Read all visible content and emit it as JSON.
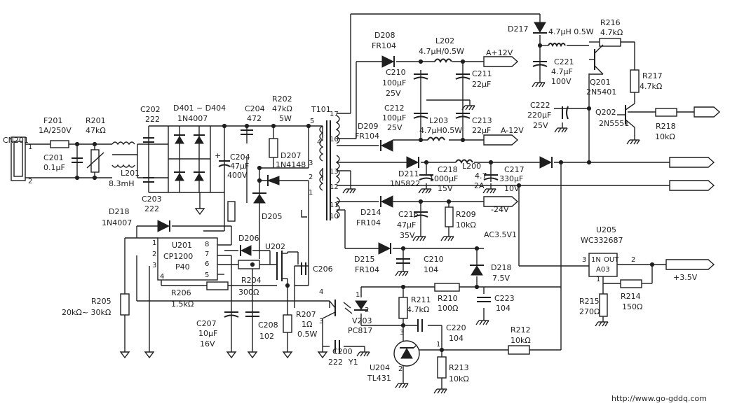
{
  "labels": {
    "cn201": "CN201",
    "cn_pin1": "1",
    "cn_pin2": "2",
    "f201": "F201",
    "f201_val": "1A/250V",
    "r201": "R201",
    "r201_val": "47kΩ",
    "c201": "C201",
    "c201_val": "0.1μF",
    "l201": "L201",
    "l201_val": "8.3mH",
    "c202": "C202",
    "c202_val": "222",
    "c203": "C203",
    "c203_val": "222",
    "d401": "D401 ~ D404",
    "d401_val": "1N4007",
    "c204a": "C204",
    "c204a_val": "472",
    "c204b": "C204",
    "c204b_val1": "47μF",
    "c204b_val2": "400V",
    "r202": "R202",
    "r202_val1": "47kΩ",
    "r202_val2": "5W",
    "d207": "D207",
    "d207_val": "1N4148",
    "d205": "D205",
    "t101": "T101",
    "t_p17": "17",
    "t_p5": "5",
    "t_p4": "4",
    "t_p16": "16",
    "t_p3": "3",
    "t_p13": "13",
    "t_p2": "2",
    "t_p12": "12",
    "t_p1": "1",
    "t_p11": "11",
    "t_p10": "10",
    "d208": "D208",
    "d208_val": "FR104",
    "l202": "L202",
    "l202_val": "4.7μH/0.5W",
    "out_a12": "A+12V",
    "c210a": "C210",
    "c210a_val1": "100μF",
    "c210a_val2": "25V",
    "c211": "C211",
    "c211_val": "22μF",
    "c212": "C212",
    "c212_val1": "100μF",
    "c212_val2": "25V",
    "l203": "L203",
    "l203_val": "4.7μH0.5W",
    "c213": "C213",
    "c213_val": "22μF",
    "d209": "D209",
    "d209_val": "FR104",
    "out_am12": "A-12V",
    "d211": "D211",
    "d211_val": "1N5822",
    "c218": "C218",
    "c218_val1": "1000μF",
    "c218_val2": "15V",
    "l200": "L200",
    "l200_val1": "4.7",
    "l200_val2": "2A",
    "c217": "C217",
    "c217_val1": "330μF",
    "c217_val2": "10V",
    "d214": "D214",
    "d214_val": "FR104",
    "c216": "C216",
    "c216_val1": "47μF",
    "c216_val2": "35V",
    "r209": "R209",
    "r209_val": "10kΩ",
    "out_m24": "-24V",
    "out_ac": "AC3.5V1",
    "d215": "D215",
    "d215_val": "FR104",
    "c210b": "C210",
    "c210b_val": "104",
    "d218b": "D218",
    "d218b_val": "7.5V",
    "d217": "D217",
    "l_small": "4.7μH 0.5W",
    "r216": "R216",
    "r216_val": "4.7kΩ",
    "c221": "C221",
    "c221_val1": "4.7μF",
    "c221_val2": "100V",
    "q201": "Q201",
    "q201_val": "2N5401",
    "r217": "R217",
    "r217_val": "4.7kΩ",
    "c222": "C222",
    "c222_val1": "220μF",
    "c222_val2": "25V",
    "q202": "Q202",
    "q202_val": "2N5551",
    "r218": "R218",
    "r218_val": "10kΩ",
    "u205": "U205",
    "u205_val": "WC332687",
    "u205_in": "1N",
    "u205_out": "OUT",
    "u205_sub": "A03",
    "u205_p3": "3",
    "u205_p2": "2",
    "u205_p1": "1",
    "out_35": "+3.5V",
    "r215": "R215",
    "r215_val": "270Ω",
    "r214": "R214",
    "r214_val": "150Ω",
    "d218a": "D218",
    "d218a_val": "1N4007",
    "u201": "U201",
    "u201_l1": "CP1200",
    "u201_l2": "P40",
    "u201_p1": "1",
    "u201_p2": "2",
    "u201_p3": "3",
    "u201_p4": "4",
    "u201_p8": "8",
    "u201_p7": "7",
    "u201_p6": "6",
    "u201_p5": "5",
    "d206": "D206",
    "u202": "U202",
    "c206": "C206",
    "r204": "R204",
    "r204_val": "300Ω",
    "r206": "R206",
    "r206_val": "1.5kΩ",
    "r205": "R205",
    "r205_val": "20kΩ~ 30kΩ",
    "c207": "C207",
    "c207_val1": "10μF",
    "c207_val2": "16V",
    "c208": "C208",
    "c208_val": "102",
    "r207": "R207",
    "r207_val1": "1Ω",
    "r207_val2": "0.5W",
    "v203": "V203",
    "v203_val": "PC817",
    "v203_p4": "4",
    "v203_p1": "1",
    "v203_p2": "2",
    "v203_p3": "3",
    "c200": "C200",
    "c200_val1": "222",
    "c200_val2": "Y1",
    "r211": "R211",
    "r211_val": "4.7kΩ",
    "r210": "R210",
    "r210_val": "100Ω",
    "c223": "C223",
    "c223_val": "104",
    "c220": "C220",
    "c220_val": "104",
    "u204": "U204",
    "u204_val": "TL431",
    "u204_p3": "3",
    "u204_p2": "2",
    "u204_p1": "1",
    "r212": "R212",
    "r212_val": "10kΩ",
    "r213": "R213",
    "r213_val": "10kΩ",
    "watermark": "http://www.go-gddq.com"
  }
}
